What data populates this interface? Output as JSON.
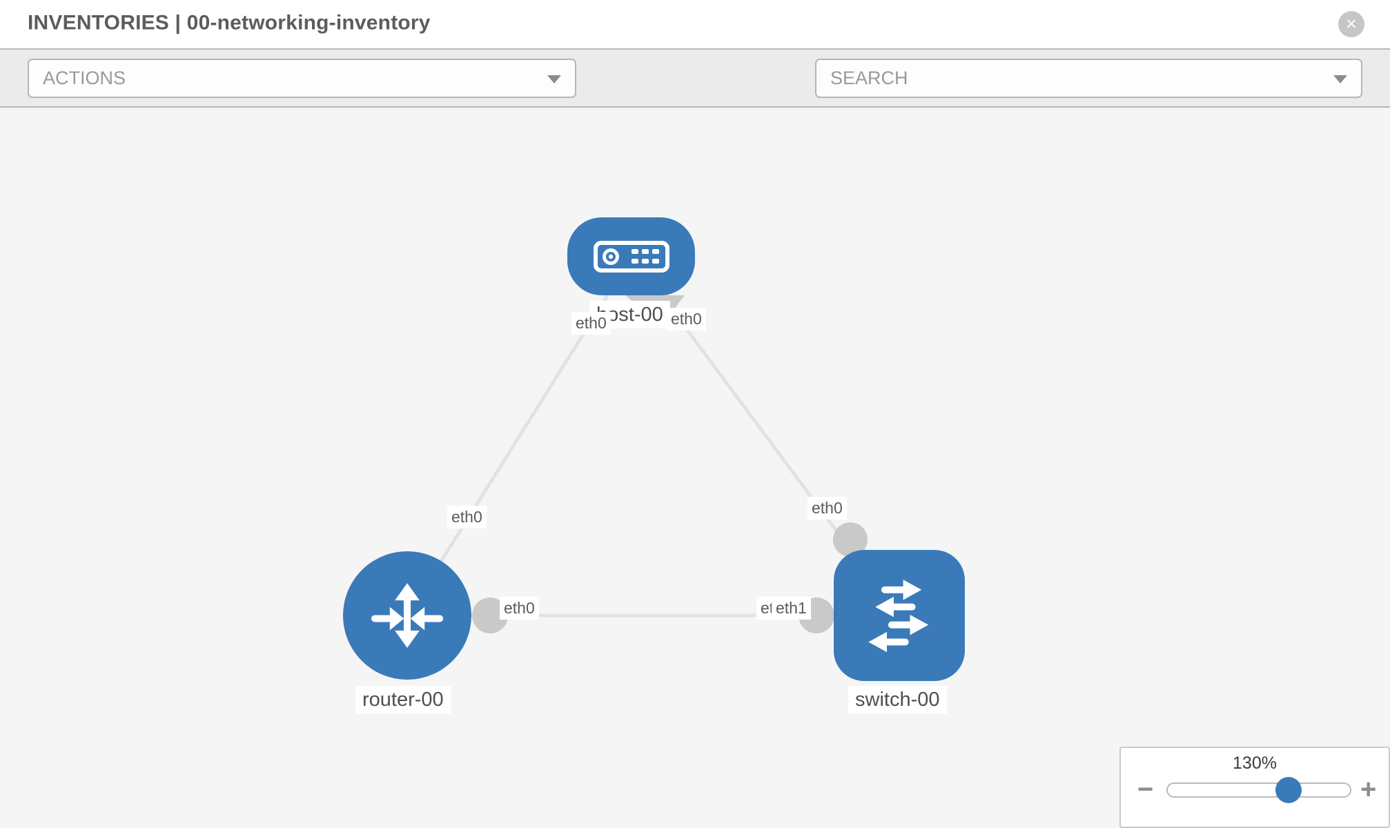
{
  "header": {
    "title": "INVENTORIES | 00-networking-inventory",
    "close_glyph": "✕"
  },
  "toolbar": {
    "actions_placeholder": "ACTIONS",
    "search_placeholder": "SEARCH",
    "icons": [
      "wrench-icon",
      "key-icon"
    ]
  },
  "canvas": {
    "nodes": [
      {
        "id": "host-00",
        "type": "host",
        "label": "host-00",
        "icon": "server-icon"
      },
      {
        "id": "router-00",
        "type": "router",
        "label": "router-00",
        "icon": "router-arrows-icon"
      },
      {
        "id": "switch-00",
        "type": "switch",
        "label": "switch-00",
        "icon": "switch-arrows-icon"
      }
    ],
    "links": [
      {
        "source": "host-00",
        "source_interface": "eth0",
        "target": "router-00",
        "target_interface": "eth0"
      },
      {
        "source": "host-00",
        "source_interface": "eth0",
        "target": "switch-00",
        "target_interface": "eth0"
      },
      {
        "source": "router-00",
        "source_interface": "eth0",
        "target": "switch-00",
        "target_interface": "eth1"
      }
    ],
    "interface_labels": {
      "host_router_at_host": "eth0",
      "host_router_at_router": "eth0",
      "host_switch_at_host": "eth0",
      "host_switch_at_switch": "eth0",
      "router_switch_at_router": "eth0",
      "router_switch_at_switch_back": "eth0",
      "router_switch_at_switch_front": "eth1"
    }
  },
  "zoom_control": {
    "level": "130%",
    "minus_glyph": "−",
    "plus_glyph": "+"
  },
  "colors": {
    "node_blue": "#3a7ab9",
    "link_gray": "#e2e2e2",
    "endpoint_gray": "#c9c9c9",
    "canvas_bg": "#f5f5f6",
    "toolbar_bg": "#ebebeb",
    "placeholder_gray": "#9a9a9a",
    "title_gray": "#5c5c5c",
    "icon_gray": "#878d96"
  }
}
